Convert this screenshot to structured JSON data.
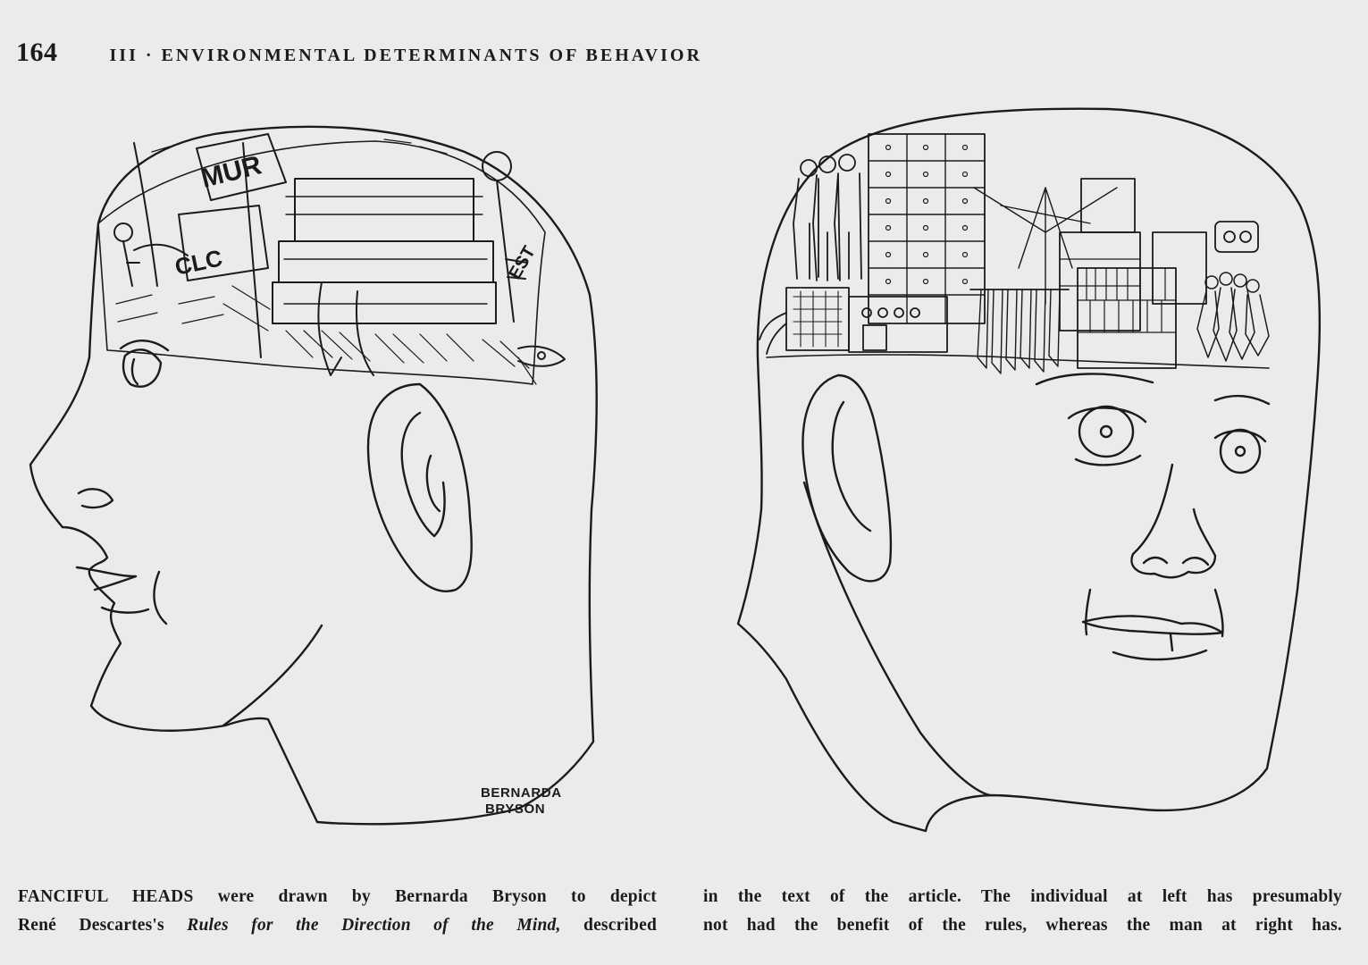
{
  "running_head": {
    "page_number": "164",
    "section_title": "III · ENVIRONMENTAL DETERMINANTS OF BEHAVIOR"
  },
  "illustration": {
    "signature": [
      "BERNARDA",
      "BRYSON"
    ],
    "left_head_lettering": [
      "MUR",
      "CLC",
      "EST"
    ]
  },
  "caption": {
    "lead": "FANCIFUL HEADS",
    "line1_rest": " were drawn by Bernarda Bryson to depict",
    "line2_pre": "René Descartes's ",
    "line2_title": "Rules for the Direction of the Mind,",
    "line2_post": " described",
    "line3": "in the text of the article. The individual at left has presumably",
    "line4": "not had the benefit of the rules, whereas the man at right has."
  },
  "colors": {
    "paper": "#e9ecea",
    "ink": "#1b1b1b"
  }
}
